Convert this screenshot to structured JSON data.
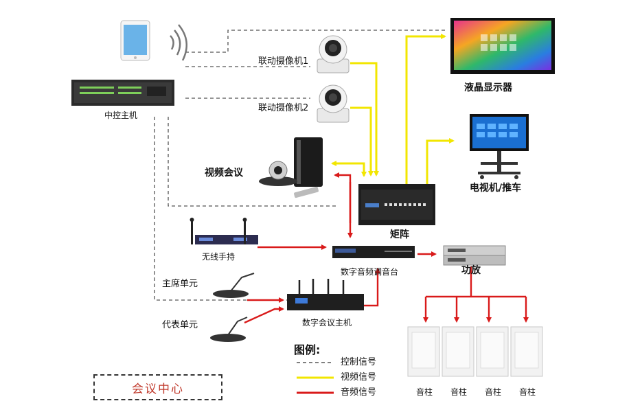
{
  "nodes": {
    "tablet": "",
    "central_control": "中控主机",
    "camera1": "联动摄像机1",
    "camera2": "联动摄像机2",
    "video_conf": "视频会议",
    "lcd": "液晶显示器",
    "tv_cart": "电视机/推车",
    "matrix": "矩阵",
    "wireless_mic": "无线手持",
    "audio_mixer": "数字音频调音台",
    "amplifier": "功放",
    "chair_unit": "主席单元",
    "delegate_unit": "代表单元",
    "conf_host": "数字会议主机",
    "speakers": [
      "音柱",
      "音柱",
      "音柱",
      "音柱"
    ]
  },
  "legend": {
    "title": "图例:",
    "items": [
      {
        "label": "控制信号",
        "style": "dashed",
        "color": "#555555"
      },
      {
        "label": "视频信号",
        "style": "solid",
        "color": "#f2e600"
      },
      {
        "label": "音频信号",
        "style": "solid",
        "color": "#d91a1a"
      }
    ]
  },
  "footer_box": "会议中心",
  "colors": {
    "control": "#555555",
    "video": "#f2e600",
    "audio": "#d91a1a"
  }
}
